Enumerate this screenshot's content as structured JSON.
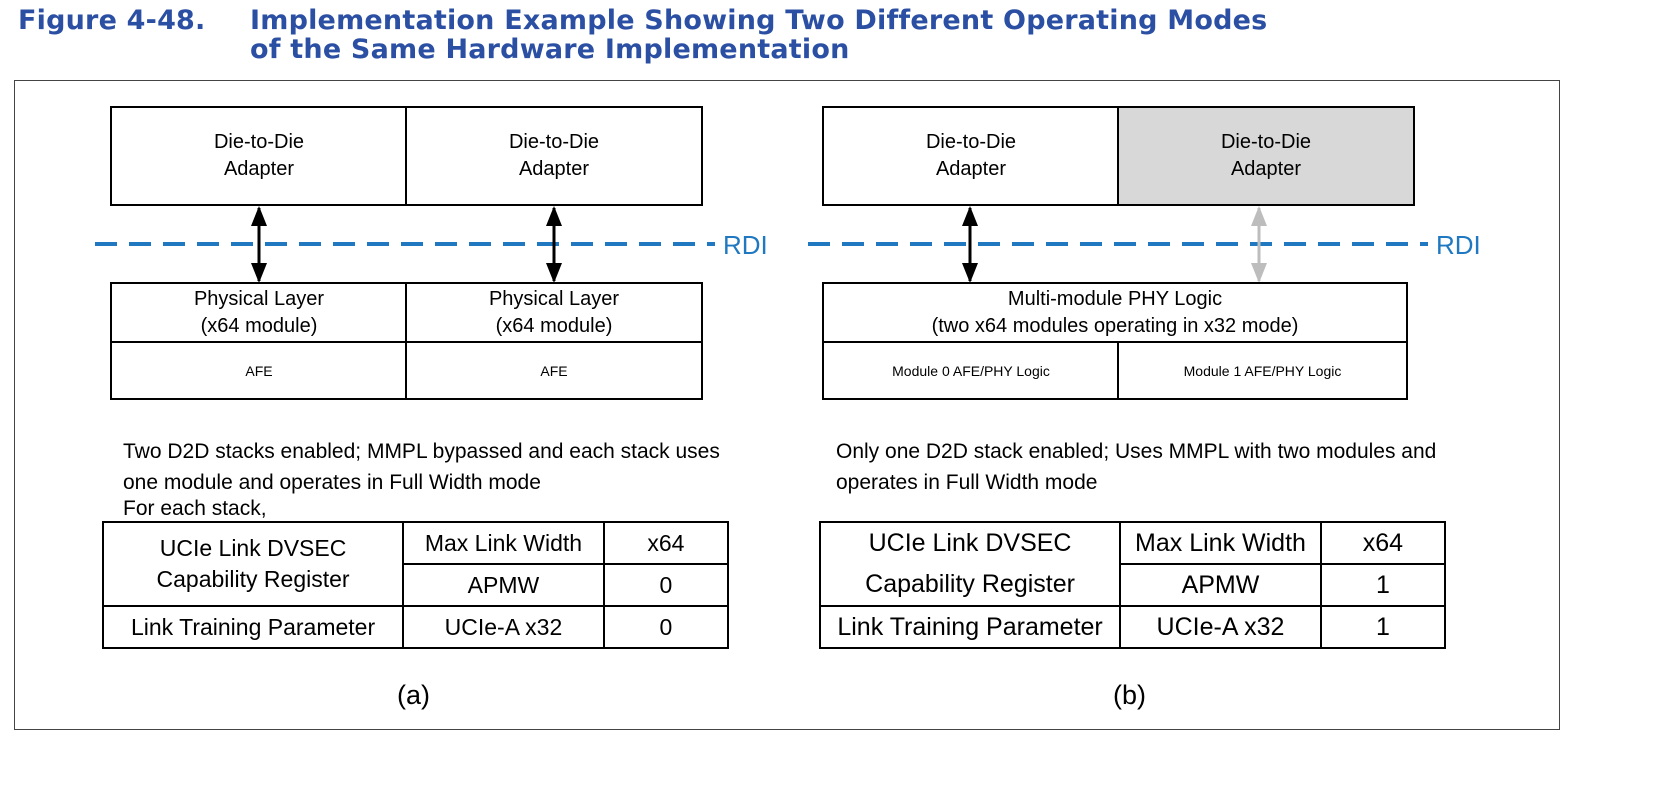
{
  "figure": {
    "number": "Figure 4-48.",
    "title_line1": "Implementation Example Showing Two Different Operating Modes",
    "title_line2": "of the Same Hardware Implementation"
  },
  "rdi_label": "RDI",
  "panel_a": {
    "adapter_left_line1": "Die-to-Die",
    "adapter_left_line2": "Adapter",
    "adapter_right_line1": "Die-to-Die",
    "adapter_right_line2": "Adapter",
    "phy_left_line1": "Physical Layer",
    "phy_left_line2": "(x64 module)",
    "phy_right_line1": "Physical Layer",
    "phy_right_line2": "(x64 module)",
    "afe_left": "AFE",
    "afe_right": "AFE",
    "desc_line1": "Two D2D stacks enabled; MMPL bypassed and each stack uses",
    "desc_line2": "one module and operates in Full Width mode",
    "desc_line3": "For each stack,",
    "table": {
      "reg_line1": "UCIe Link DVSEC",
      "reg_line2": "Capability Register",
      "max_link_width": "Max Link Width",
      "max_link_width_val": "x64",
      "apmw": "APMW",
      "apmw_val": "0",
      "ltp": "Link Training Parameter",
      "ltp_param": "UCIe-A x32",
      "ltp_val": "0"
    },
    "caption": "(a)"
  },
  "panel_b": {
    "adapter_left_line1": "Die-to-Die",
    "adapter_left_line2": "Adapter",
    "adapter_right_line1": "Die-to-Die",
    "adapter_right_line2": "Adapter",
    "phy_line1": "Multi-module PHY Logic",
    "phy_line2": "(two x64 modules operating in x32 mode)",
    "module0": "Module 0 AFE/PHY Logic",
    "module1": "Module 1 AFE/PHY Logic",
    "desc_line1": "Only one D2D stack enabled; Uses MMPL with two modules and",
    "desc_line2": "operates in Full Width mode",
    "table": {
      "reg_line1": "UCIe Link DVSEC",
      "reg_line2": "Capability Register",
      "max_link_width": "Max Link Width",
      "max_link_width_val": "x64",
      "apmw": "APMW",
      "apmw_val": "1",
      "ltp": "Link Training Parameter",
      "ltp_param": "UCIe-A x32",
      "ltp_val": "1"
    },
    "caption": "(b)"
  },
  "colors": {
    "title": "#2a4fa3",
    "rdi": "#1f78c0",
    "inactive_fill": "#d8d8d8",
    "inactive_arrow": "#bdbdbd"
  }
}
